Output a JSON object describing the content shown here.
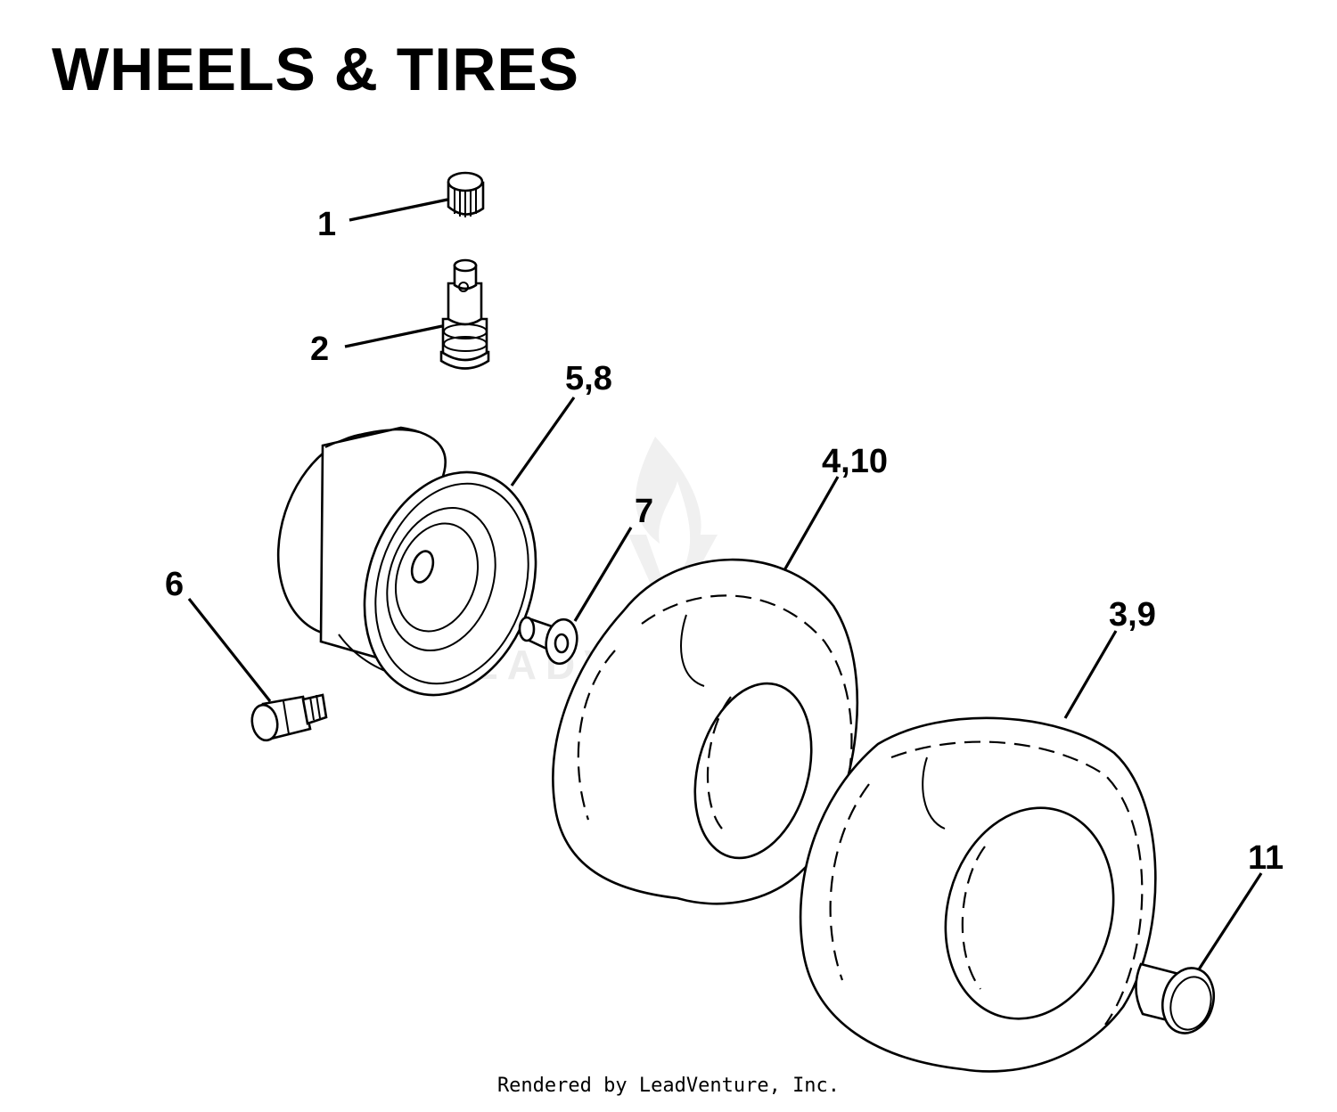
{
  "title": "WHEELS & TIRES",
  "callouts": {
    "c1": "1",
    "c2": "2",
    "c58": "5,8",
    "c7": "7",
    "c6": "6",
    "c410": "4,10",
    "c39": "3,9",
    "c11": "11"
  },
  "watermark": "LEADVENTURE",
  "footer": "Rendered by LeadVenture, Inc.",
  "colors": {
    "ink": "#000000",
    "watermark": "#ececec",
    "background": "#ffffff"
  }
}
